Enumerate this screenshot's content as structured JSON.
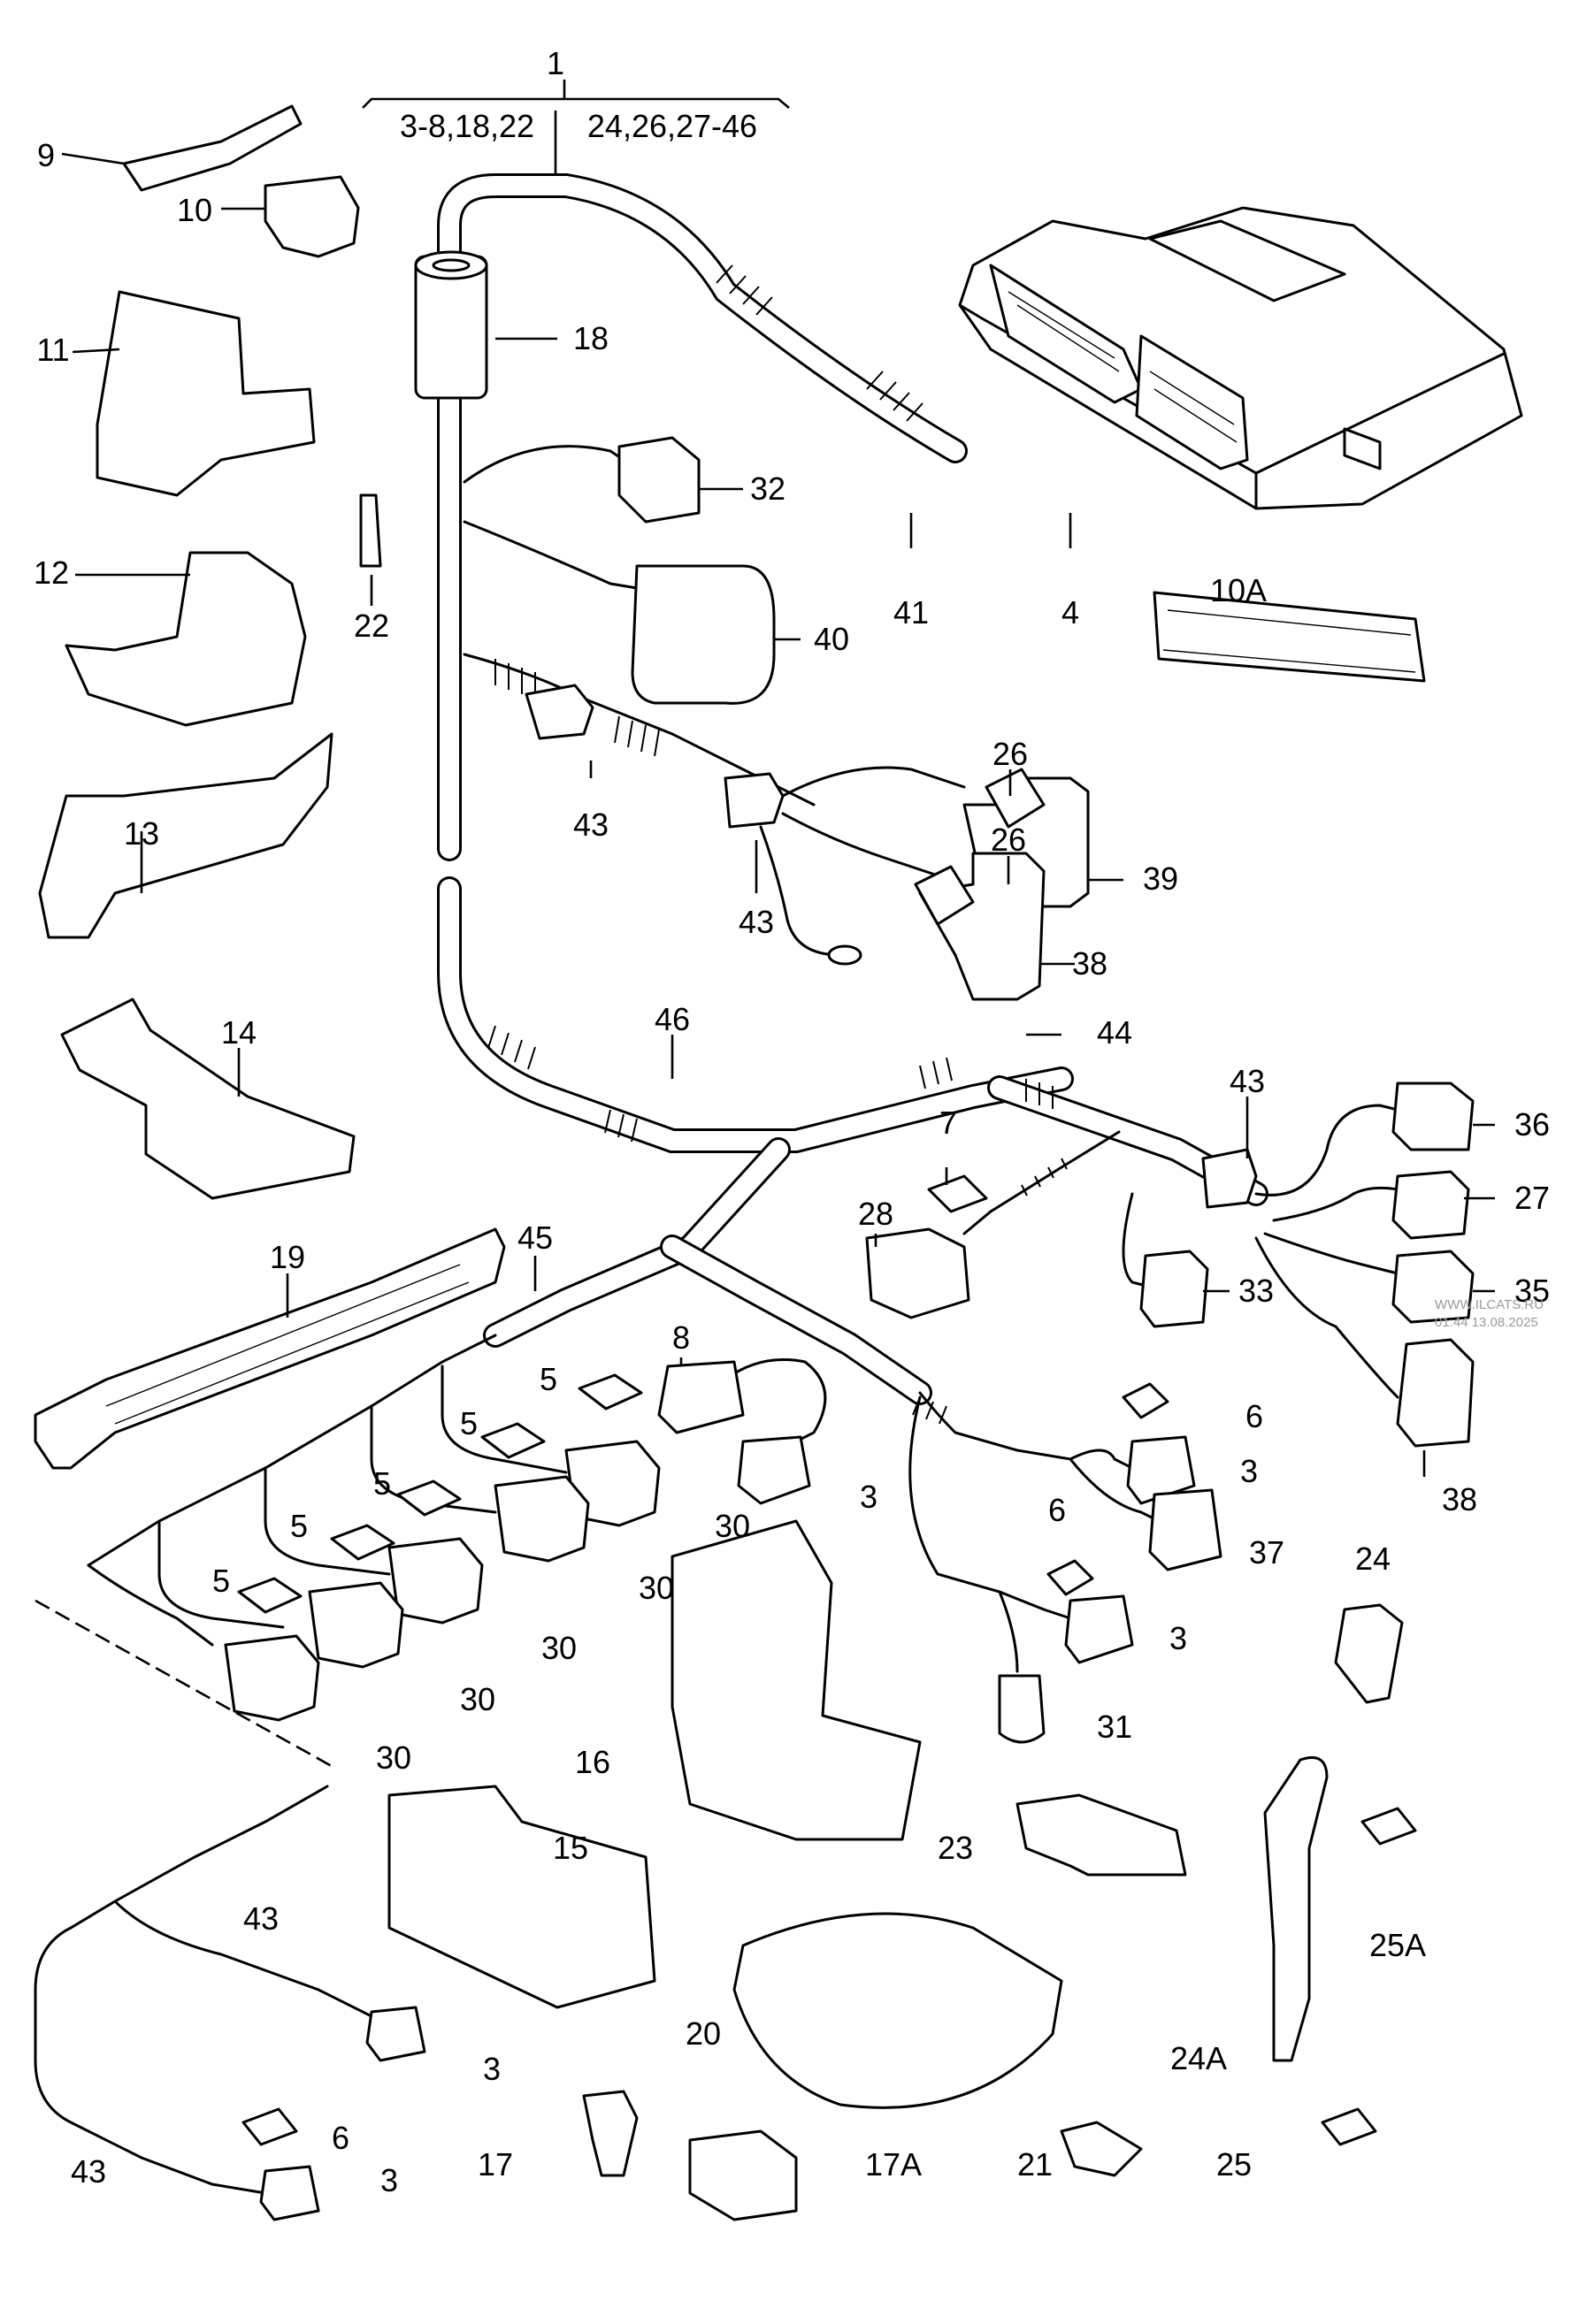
{
  "diagram": {
    "group_labels": {
      "main": "1",
      "left_group": "3-8,18,22",
      "right_group": "24,26,27-46"
    },
    "callouts": [
      {
        "id": "c-9",
        "text": "9"
      },
      {
        "id": "c-10",
        "text": "10"
      },
      {
        "id": "c-11",
        "text": "11"
      },
      {
        "id": "c-12",
        "text": "12"
      },
      {
        "id": "c-13",
        "text": "13"
      },
      {
        "id": "c-14",
        "text": "14"
      },
      {
        "id": "c-18",
        "text": "18"
      },
      {
        "id": "c-32",
        "text": "32"
      },
      {
        "id": "c-22",
        "text": "22"
      },
      {
        "id": "c-40",
        "text": "40"
      },
      {
        "id": "c-41",
        "text": "41"
      },
      {
        "id": "c-4",
        "text": "4"
      },
      {
        "id": "c-10A",
        "text": "10A"
      },
      {
        "id": "c-43a",
        "text": "43"
      },
      {
        "id": "c-26a",
        "text": "26"
      },
      {
        "id": "c-26b",
        "text": "26"
      },
      {
        "id": "c-39",
        "text": "39"
      },
      {
        "id": "c-43b",
        "text": "43"
      },
      {
        "id": "c-38a",
        "text": "38"
      },
      {
        "id": "c-46",
        "text": "46"
      },
      {
        "id": "c-44",
        "text": "44"
      },
      {
        "id": "c-43c",
        "text": "43"
      },
      {
        "id": "c-36",
        "text": "36"
      },
      {
        "id": "c-7",
        "text": "7"
      },
      {
        "id": "c-27",
        "text": "27"
      },
      {
        "id": "c-45",
        "text": "45"
      },
      {
        "id": "c-19",
        "text": "19"
      },
      {
        "id": "c-28",
        "text": "28"
      },
      {
        "id": "c-33",
        "text": "33"
      },
      {
        "id": "c-35",
        "text": "35"
      },
      {
        "id": "c-8",
        "text": "8"
      },
      {
        "id": "c-5a",
        "text": "5"
      },
      {
        "id": "c-5b",
        "text": "5"
      },
      {
        "id": "c-5c",
        "text": "5"
      },
      {
        "id": "c-5d",
        "text": "5"
      },
      {
        "id": "c-5e",
        "text": "5"
      },
      {
        "id": "c-6a",
        "text": "6"
      },
      {
        "id": "c-3a",
        "text": "3"
      },
      {
        "id": "c-3b",
        "text": "3"
      },
      {
        "id": "c-38b",
        "text": "38"
      },
      {
        "id": "c-30a",
        "text": "30"
      },
      {
        "id": "c-30b",
        "text": "30"
      },
      {
        "id": "c-30c",
        "text": "30"
      },
      {
        "id": "c-30d",
        "text": "30"
      },
      {
        "id": "c-30e",
        "text": "30"
      },
      {
        "id": "c-6b",
        "text": "6"
      },
      {
        "id": "c-37",
        "text": "37"
      },
      {
        "id": "c-24",
        "text": "24"
      },
      {
        "id": "c-3c",
        "text": "3"
      },
      {
        "id": "c-31",
        "text": "31"
      },
      {
        "id": "c-16",
        "text": "16"
      },
      {
        "id": "c-15",
        "text": "15"
      },
      {
        "id": "c-23",
        "text": "23"
      },
      {
        "id": "c-43d",
        "text": "43"
      },
      {
        "id": "c-25A",
        "text": "25A"
      },
      {
        "id": "c-3d",
        "text": "3"
      },
      {
        "id": "c-20",
        "text": "20"
      },
      {
        "id": "c-24A",
        "text": "24A"
      },
      {
        "id": "c-6c",
        "text": "6"
      },
      {
        "id": "c-43e",
        "text": "43"
      },
      {
        "id": "c-3e",
        "text": "3"
      },
      {
        "id": "c-17",
        "text": "17"
      },
      {
        "id": "c-17A",
        "text": "17A"
      },
      {
        "id": "c-21",
        "text": "21"
      },
      {
        "id": "c-25",
        "text": "25"
      }
    ],
    "watermark": {
      "site": "WWW.ILCATS.RU",
      "timestamp": "01:44 13.08.2025"
    }
  }
}
